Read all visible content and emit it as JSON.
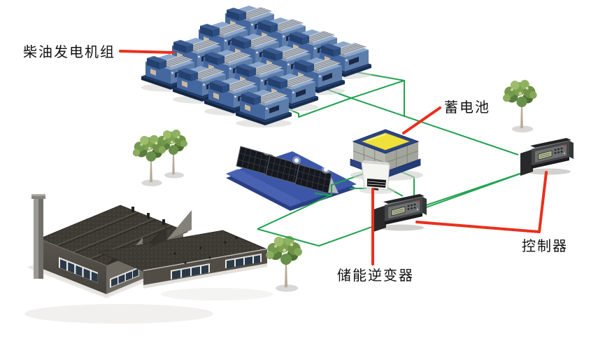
{
  "scene": {
    "background": "#ffffff",
    "connection_line_color": "#21a351",
    "callout_line_color": "#e9301d",
    "battery_top_color": "#efe13a",
    "callouts": [
      {
        "id": "diesel-generator-set",
        "text": "柴油发电机组"
      },
      {
        "id": "battery",
        "text": "蓄电池"
      },
      {
        "id": "energy-storage-inverter",
        "text": "储能逆变器"
      },
      {
        "id": "controller",
        "text": "控制器"
      }
    ],
    "components": {
      "diesel_generators": 16,
      "solar_panels": 3,
      "battery_packs": 1,
      "storage_inverters": 1,
      "controllers": 2,
      "factory_buildings": 1,
      "trees": 4
    }
  }
}
